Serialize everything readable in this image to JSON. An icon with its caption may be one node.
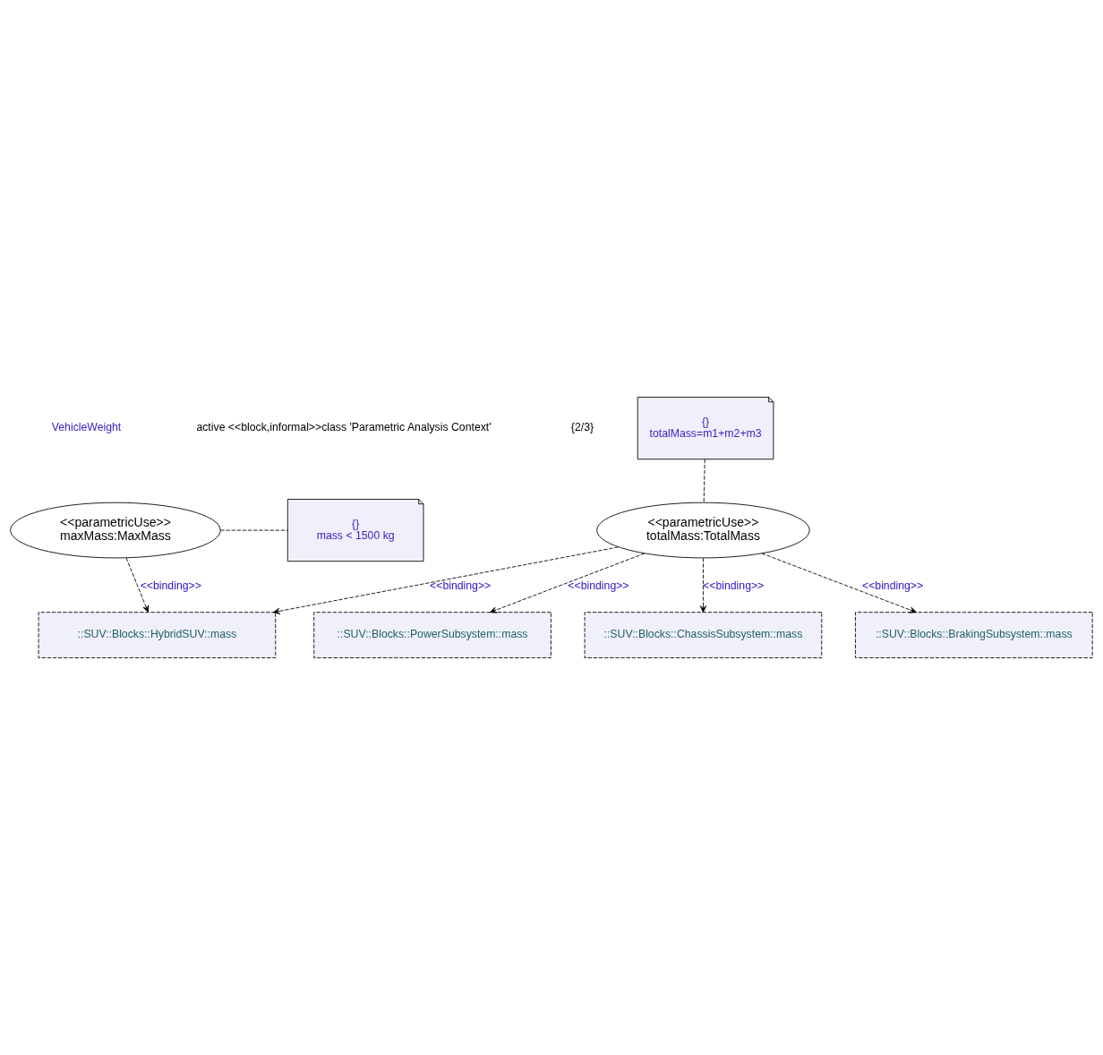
{
  "diagram": {
    "nodes": [
      {
        "text": [
          "<<parametricUse>>",
          "maxMass:MaxMass"
        ]
      },
      {
        "text": [
          "{}",
          "mass < 1500 kg"
        ]
      },
      {
        "text": [
          "::SUV::Blocks::HybridSUV::mass"
        ]
      },
      {
        "text": [
          "{}",
          "totalMass=m1+m2+m3"
        ]
      },
      {
        "text": [
          "<<parametricUse>>",
          "totalMass:TotalMass"
        ]
      },
      {
        "text": [
          "::SUV::Blocks::PowerSubsystem::mass"
        ]
      },
      {
        "text": [
          "::SUV::Blocks::ChassisSubsystem::mass"
        ]
      },
      {
        "text": [
          "::SUV::Blocks::BrakingSubsystem::mass"
        ]
      }
    ],
    "edges": [
      {
        "from": 0,
        "to": 1,
        "arrow": "none",
        "style": "dashed"
      },
      {
        "from": 0,
        "to": 2,
        "arrow": "to",
        "style": "dashed",
        "label": "<<binding>>"
      },
      {
        "from": 4,
        "to": 2,
        "arrow": "to",
        "style": "dashed",
        "label": "<<binding>>"
      },
      {
        "from": 3,
        "to": 4,
        "arrow": "none",
        "style": "dashed"
      },
      {
        "from": 4,
        "to": 5,
        "arrow": "to",
        "style": "dashed",
        "label": "<<binding>>"
      },
      {
        "from": 4,
        "to": 7,
        "arrow": "to",
        "style": "dashed",
        "label": "<<binding>>"
      },
      {
        "from": 4,
        "to": 6,
        "arrow": "to",
        "style": "dashed",
        "label": "<<binding>>"
      }
    ],
    "labels": [
      "VehicleWeight",
      "active <<block,informal>>class 'Parametric Analysis Context'",
      "{2/3}"
    ]
  }
}
